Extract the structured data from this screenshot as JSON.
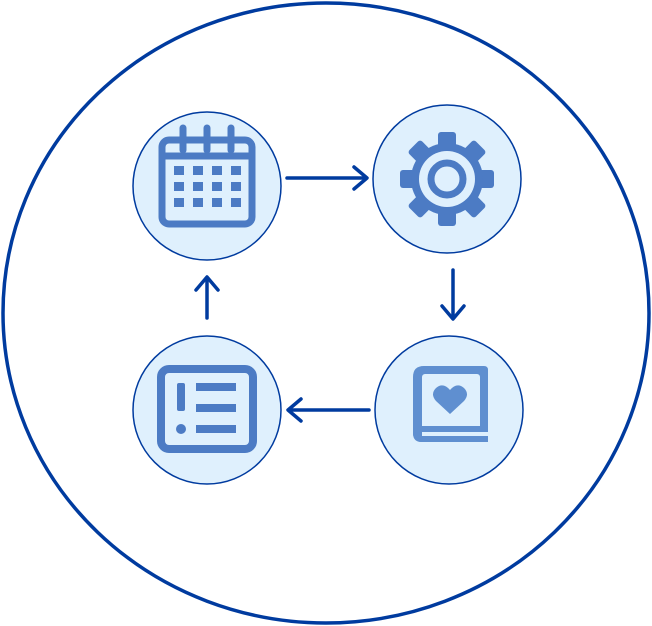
{
  "colors": {
    "outer_ring": "#003b9f",
    "node_fill": "#dff0fd",
    "node_stroke": "#003b9f",
    "icon": "#4c7bc4",
    "arrow": "#003b9f",
    "background": "#ffffff"
  },
  "nodes": [
    {
      "id": "calendar",
      "icon": "calendar-icon"
    },
    {
      "id": "settings",
      "icon": "gear-icon"
    },
    {
      "id": "favorites",
      "icon": "heart-book-icon"
    },
    {
      "id": "list",
      "icon": "alert-list-icon"
    }
  ],
  "arrows": [
    {
      "from": "calendar",
      "to": "settings",
      "direction": "right"
    },
    {
      "from": "settings",
      "to": "favorites",
      "direction": "down"
    },
    {
      "from": "favorites",
      "to": "list",
      "direction": "left"
    },
    {
      "from": "list",
      "to": "calendar",
      "direction": "up"
    }
  ]
}
